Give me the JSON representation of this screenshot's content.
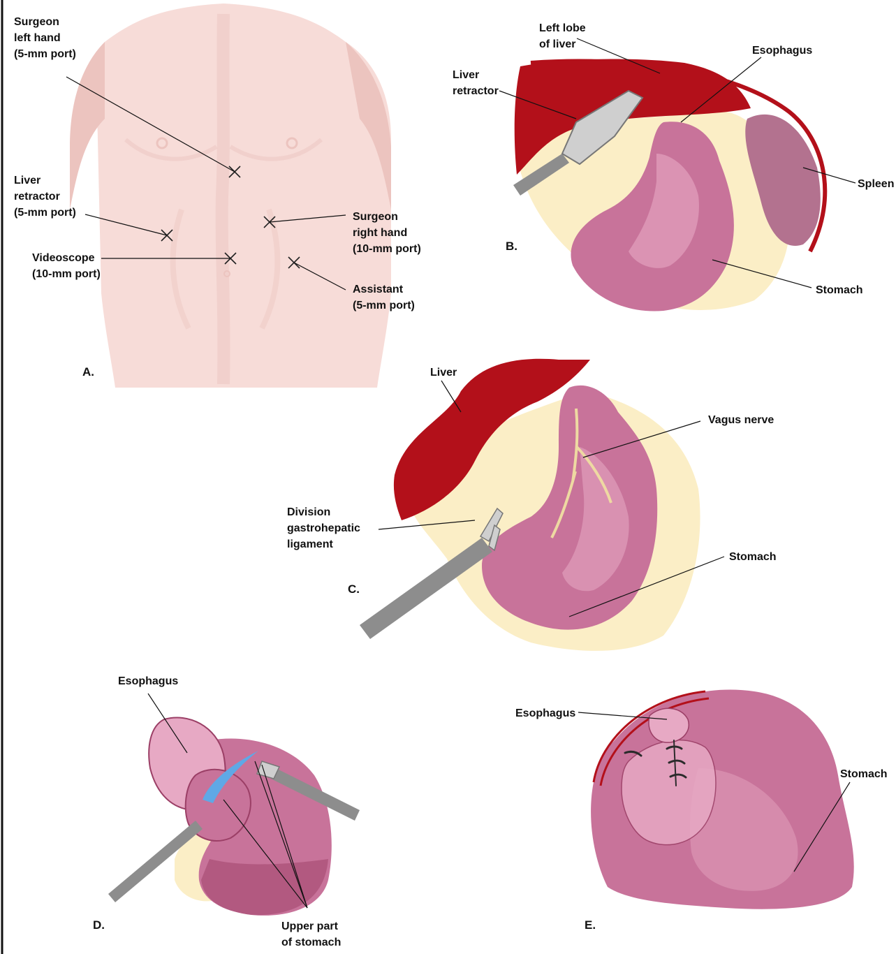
{
  "colors": {
    "skin": "#f7dcd8",
    "skin_shade": "#ecc4bf",
    "liver": "#b3101a",
    "liver_light": "#d43a40",
    "stomach": "#c8739a",
    "stomach_light": "#e7a9c4",
    "stomach_dark": "#9b3f66",
    "fat": "#fbeec6",
    "fat_shade": "#eed9a2",
    "metal": "#8d8d8d",
    "metal_light": "#cfcfcf",
    "blue_sheath": "#5fa8e6",
    "spleen": "#b3728f",
    "line": "#111111"
  },
  "panelA": {
    "letter": "A.",
    "labels": {
      "surgeon_left": [
        "Surgeon",
        "left hand",
        "(5-mm port)"
      ],
      "liver_retractor": [
        "Liver",
        "retractor",
        "(5-mm port)"
      ],
      "videoscope": [
        "Videoscope",
        "(10-mm port)"
      ],
      "surgeon_right": [
        "Surgeon",
        "right hand",
        "(10-mm port)"
      ],
      "assistant": [
        "Assistant",
        "(5-mm port)"
      ]
    }
  },
  "panelB": {
    "letter": "B.",
    "labels": {
      "left_lobe": [
        "Left lobe",
        "of liver"
      ],
      "liver_retractor": [
        "Liver",
        "retractor"
      ],
      "esophagus": "Esophagus",
      "spleen": "Spleen",
      "stomach": "Stomach"
    }
  },
  "panelC": {
    "letter": "C.",
    "labels": {
      "liver": "Liver",
      "vagus": "Vagus nerve",
      "division": [
        "Division",
        "gastrohepatic",
        "ligament"
      ],
      "stomach": "Stomach"
    }
  },
  "panelD": {
    "letter": "D.",
    "labels": {
      "esophagus": "Esophagus",
      "upper_part": [
        "Upper part",
        "of stomach"
      ]
    }
  },
  "panelE": {
    "letter": "E.",
    "labels": {
      "esophagus": "Esophagus",
      "stomach": "Stomach"
    }
  }
}
